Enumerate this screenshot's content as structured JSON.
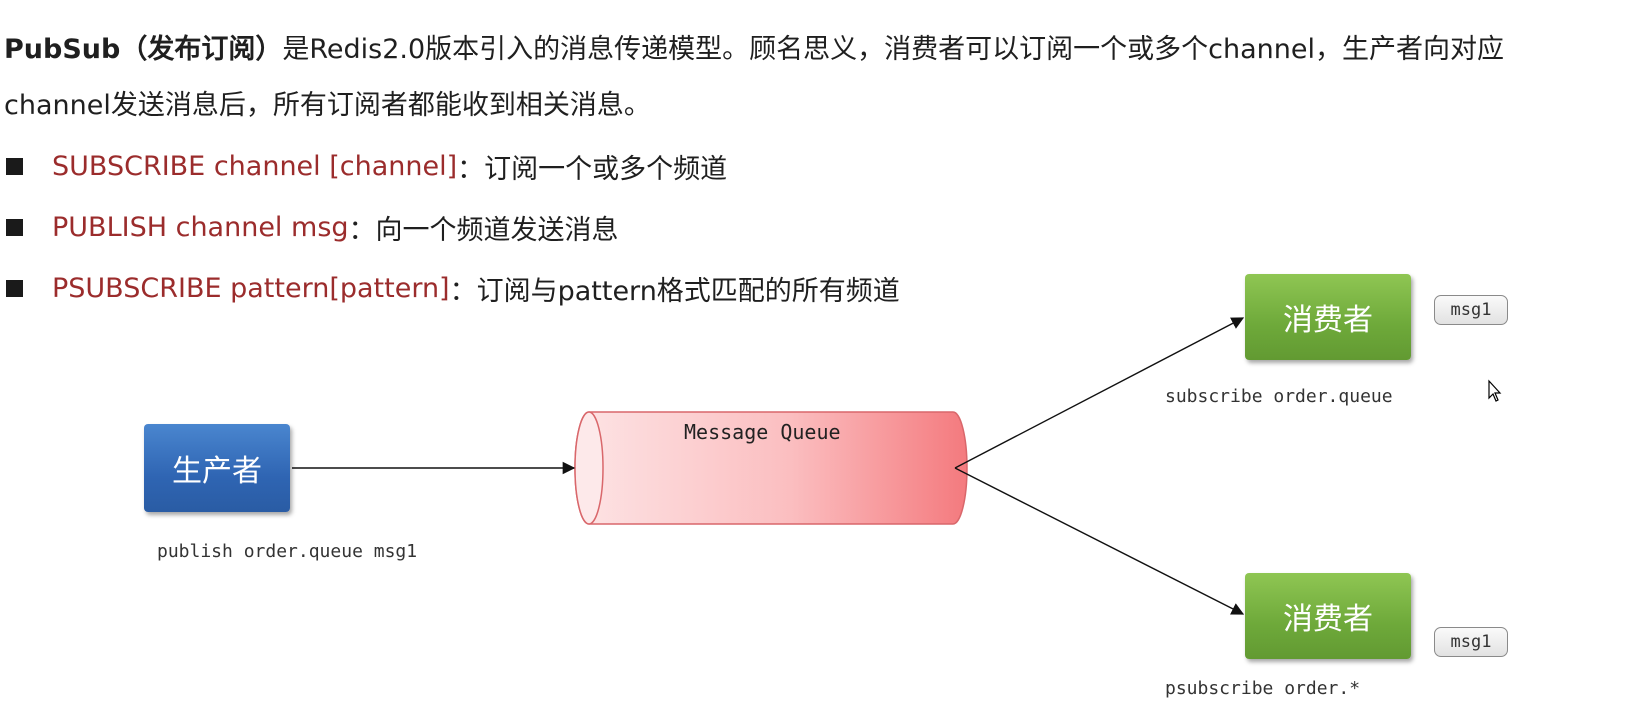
{
  "intro": {
    "bold_text": "PubSub（发布订阅）",
    "text": "是Redis2.0版本引入的消息传递模型。顾名思义，消费者可以订阅一个或多个channel，生产者向对应channel发送消息后，所有订阅者都能收到相关消息。"
  },
  "commands": [
    {
      "command": "SUBSCRIBE channel [channel]",
      "description": "：订阅一个或多个频道"
    },
    {
      "command": "PUBLISH channel msg",
      "description": "：向一个频道发送消息"
    },
    {
      "command": "PSUBSCRIBE pattern[pattern]",
      "description": "：订阅与pattern格式匹配的所有频道"
    }
  ],
  "diagram": {
    "producer": {
      "label": "生产者",
      "command": "publish order.queue msg1",
      "color": "#2f65b3"
    },
    "queue": {
      "label": "Message Queue",
      "color": "#f47a7e"
    },
    "consumers": [
      {
        "label": "消费者",
        "command": "subscribe order.queue",
        "message": "msg1",
        "color": "#6ea93a"
      },
      {
        "label": "消费者",
        "command": "psubscribe order.*",
        "message": "msg1",
        "color": "#6ea93a"
      }
    ]
  },
  "colors": {
    "command_text": "#9b2c2c",
    "body_text": "#1f1f1f"
  }
}
